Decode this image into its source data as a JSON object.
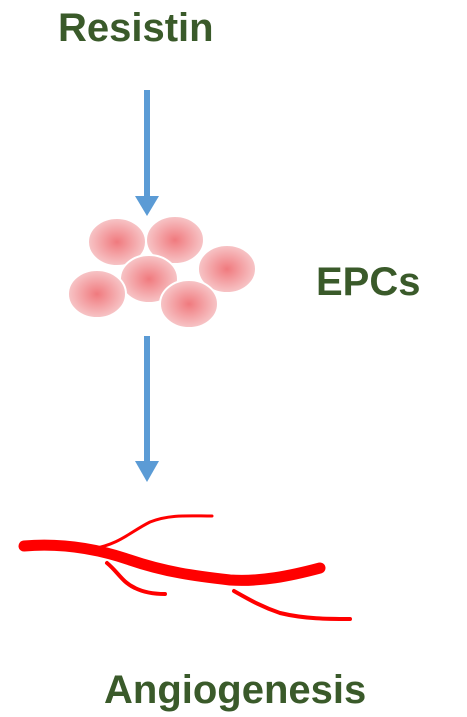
{
  "colors": {
    "text": "#3a5a2a",
    "arrow": "#5b9bd5",
    "cell_center": "#f07a7e",
    "cell_edge": "#f7c6c8",
    "vessel": "#ff0000"
  },
  "diagram": {
    "nodes": {
      "top": {
        "label": "Resistin"
      },
      "middle": {
        "label": "EPCs",
        "icon": "cell-cluster-icon"
      },
      "bottom": {
        "label": "Angiogenesis",
        "icon": "blood-vessel-icon"
      }
    },
    "edges": [
      {
        "from": "top",
        "to": "middle"
      },
      {
        "from": "middle",
        "to": "bottom"
      }
    ]
  }
}
